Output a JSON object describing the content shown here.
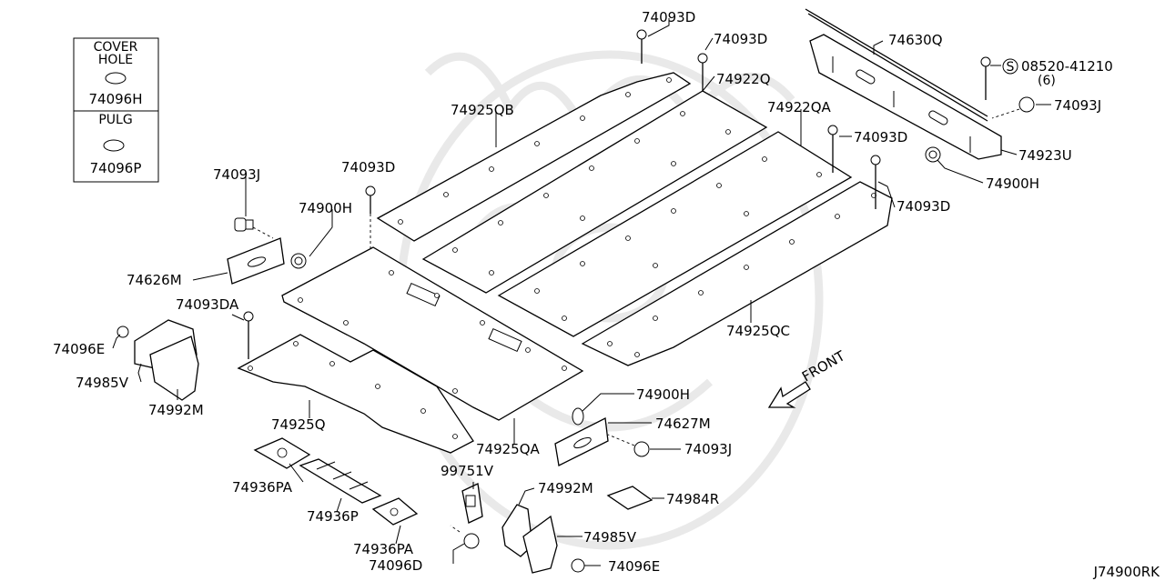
{
  "diagram_code": "J74900RK",
  "front_label": "FRONT",
  "legend": {
    "top_title_line1": "COVER",
    "top_title_line2": "HOLE",
    "top_part": "74096H",
    "bottom_title": "PULG",
    "bottom_part": "74096P"
  },
  "labels": {
    "l_74093D_a": "74093D",
    "l_74093D_b": "74093D",
    "l_74922Q": "74922Q",
    "l_74630Q": "74630Q",
    "l_08520": "08520-41210",
    "l_08520_qty": "(6)",
    "l_08520_prefix": "S",
    "l_74093J_a": "74093J",
    "l_74925QB": "74925QB",
    "l_74922QA": "74922QA",
    "l_74093D_c": "74093D",
    "l_74923U": "74923U",
    "l_74900H_a": "74900H",
    "l_74093D_d": "74093D",
    "l_74093D_e": "74093D",
    "l_74093J_b": "74093J",
    "l_74900H_b": "74900H",
    "l_74626M": "74626M",
    "l_74093DA": "74093DA",
    "l_74096E_a": "74096E",
    "l_74985V_a": "74985V",
    "l_74992M_a": "74992M",
    "l_74925QC": "74925QC",
    "l_74900H_c": "74900H",
    "l_74627M": "74627M",
    "l_74093J_c": "74093J",
    "l_74925Q": "74925Q",
    "l_74925QA": "74925QA",
    "l_99751V": "99751V",
    "l_74992M_b": "74992M",
    "l_74984R": "74984R",
    "l_74936PA_a": "74936PA",
    "l_74936P": "74936P",
    "l_74985V_b": "74985V",
    "l_74936PA_b": "74936PA",
    "l_74096D": "74096D",
    "l_74096E_b": "74096E"
  }
}
